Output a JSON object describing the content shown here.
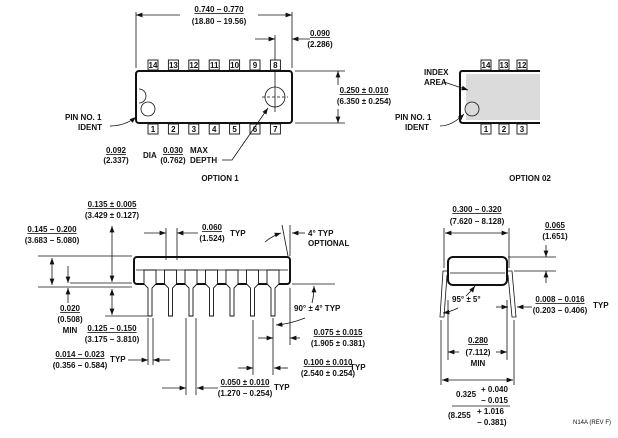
{
  "top_view": {
    "pins_top": [
      "14",
      "13",
      "12",
      "11",
      "10",
      "9",
      "8"
    ],
    "pins_bottom": [
      "1",
      "2",
      "3",
      "4",
      "5",
      "6",
      "7"
    ],
    "length": {
      "in": "0.740 − 0.770",
      "mm": "(18.80 − 19.56)"
    },
    "end_offset": {
      "in": "0.090",
      "mm": "(2.286)"
    },
    "width": {
      "in": "0.250 ± 0.010",
      "mm": "(6.350 ± 0.254)"
    },
    "pin1_label": [
      "PIN NO. 1",
      "IDENT"
    ],
    "dia": {
      "in": "0.092",
      "mm": "(2.337)",
      "label": "DIA"
    },
    "depth": {
      "in": "0.030",
      "mm": "(0.762)",
      "label1": "MAX",
      "label2": "DEPTH"
    },
    "caption": "OPTION 1"
  },
  "option2": {
    "pins_top": [
      "14",
      "13",
      "12"
    ],
    "pins_bottom": [
      "1",
      "2",
      "3"
    ],
    "index_label": [
      "INDEX",
      "AREA"
    ],
    "pin1_label": [
      "PIN NO. 1",
      "IDENT"
    ],
    "caption": "OPTION 02"
  },
  "side_view": {
    "d1": {
      "in": "0.135 ± 0.005",
      "mm": "(3.429 ± 0.127)"
    },
    "d2": {
      "in": "0.145 − 0.200",
      "mm": "(3.683 − 5.080)"
    },
    "d3": {
      "in": "0.060",
      "mm": "(1.524)",
      "suffix": "TYP"
    },
    "d4": {
      "label1": "4° TYP",
      "label2": "OPTIONAL"
    },
    "d5": {
      "in": "0.020",
      "mm": "(0.508)",
      "suffix": "MIN"
    },
    "d6": {
      "in": "0.125 − 0.150",
      "mm": "(3.175 − 3.810)"
    },
    "d7": {
      "label": "90° ± 4° TYP"
    },
    "d8": {
      "in": "0.075 ± 0.015",
      "mm": "(1.905 ± 0.381)"
    },
    "d9": {
      "in": "0.014 − 0.023",
      "mm": "(0.356 − 0.584)",
      "suffix": "TYP"
    },
    "d10": {
      "in": "0.100 ± 0.010",
      "mm": "(2.540 ± 0.254)",
      "suffix": "TYP"
    },
    "d11": {
      "in": "0.050 ± 0.010",
      "mm": "(1.270 − 0.254)",
      "suffix": "TYP"
    }
  },
  "end_view": {
    "e1": {
      "in": "0.300 − 0.320",
      "mm": "(7.620 − 8.128)"
    },
    "e2": {
      "in": "0.065",
      "mm": "(1.651)"
    },
    "e3": {
      "label": "95° ± 5°"
    },
    "e4": {
      "in": "0.008 − 0.016",
      "mm": "(0.203 − 0.406)",
      "suffix": "TYP"
    },
    "e5": {
      "in": "0.280",
      "mm": "(7.112)",
      "suffix": "MIN"
    },
    "e6": {
      "base": "0.325",
      "plus": "+ 0.040",
      "minus": "− 0.015",
      "mm_base": "(8.255",
      "mm_plus": "+ 1.016",
      "mm_minus": "− 0.381)"
    }
  },
  "drawing_id": "N14A (REV F)"
}
